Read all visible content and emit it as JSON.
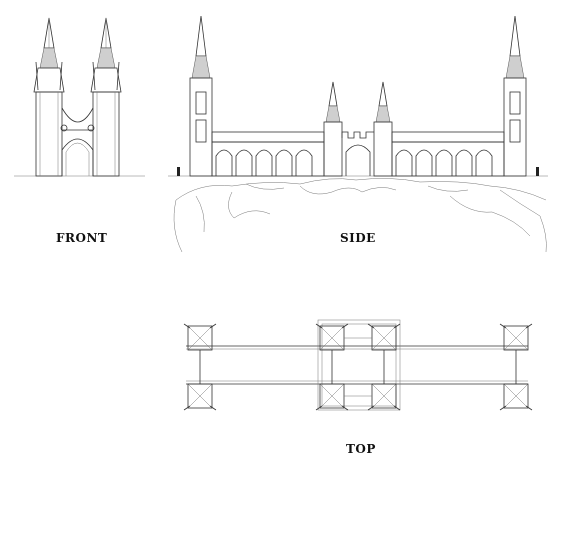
{
  "views": {
    "front": {
      "label": "FRONT"
    },
    "side": {
      "label": "SIDE"
    },
    "top": {
      "label": "TOP"
    }
  },
  "colors": {
    "ink": "#333333",
    "background": "#ffffff"
  }
}
